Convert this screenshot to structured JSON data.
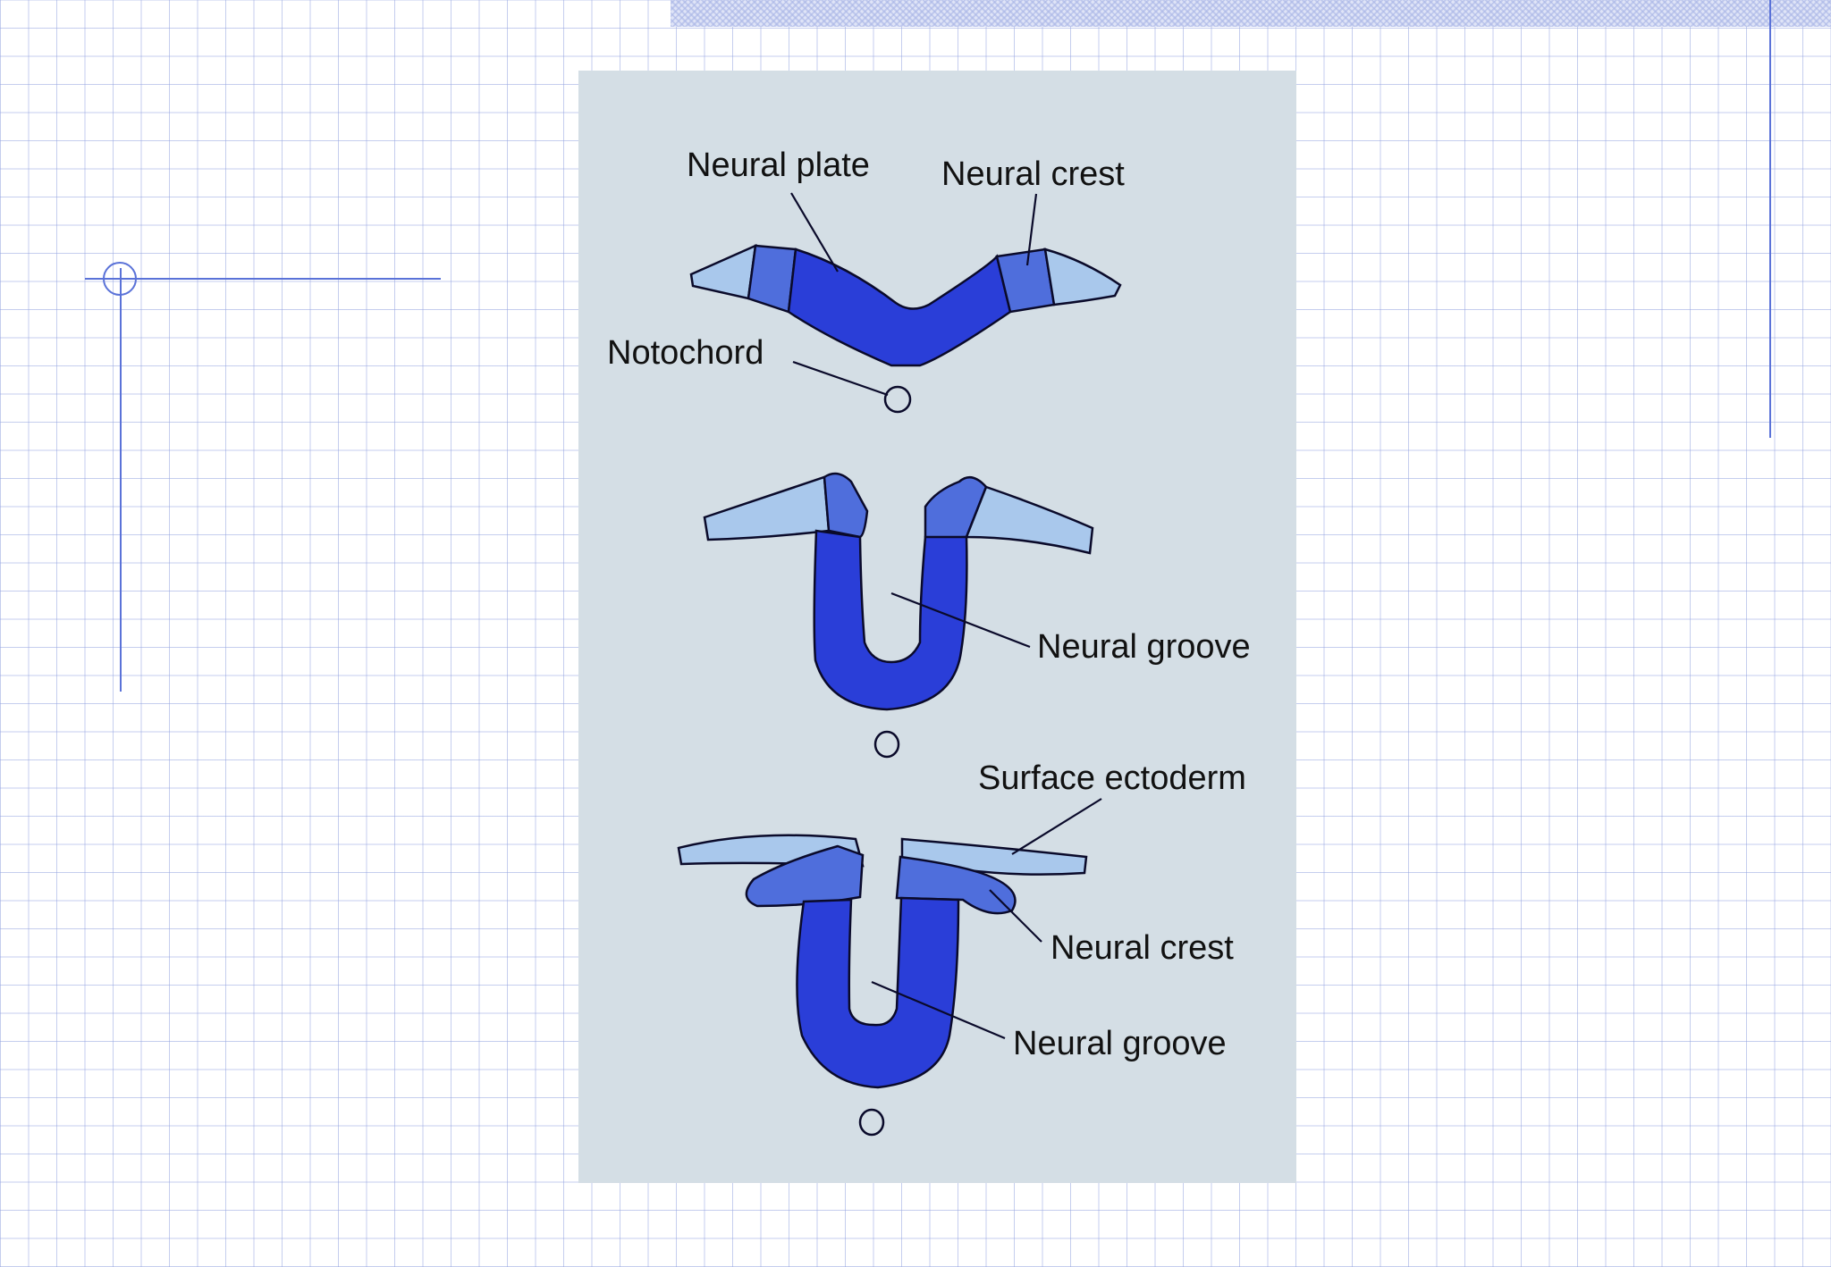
{
  "labels": {
    "neural_plate": "Neural plate",
    "neural_crest_top": "Neural crest",
    "notochord": "Notochord",
    "neural_groove_middle": "Neural groove",
    "surface_ectoderm": "Surface ectoderm",
    "neural_crest_bottom": "Neural crest",
    "neural_groove_bottom": "Neural groove"
  },
  "colors": {
    "slide_background": "#ffffff",
    "grid_line": "#96a5e1",
    "accent_line": "#5a72d8",
    "figure_background": "#d4dee5",
    "neural_tissue": "#2a3ed8",
    "neural_crest": "#4f6edc",
    "surface_ectoderm": "#a9c8ec",
    "outline": "#0a0a2a"
  }
}
